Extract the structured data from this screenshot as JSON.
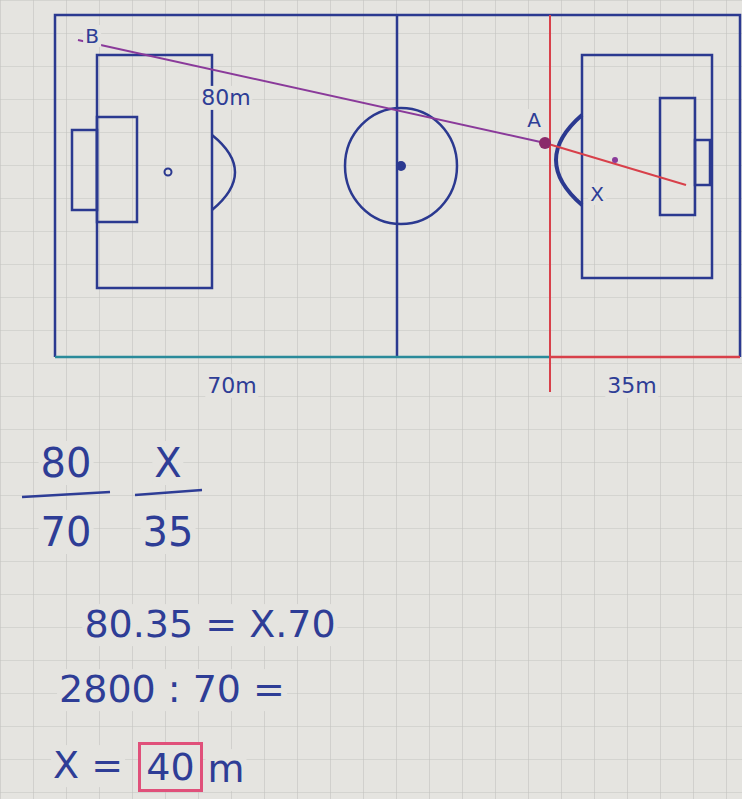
{
  "diagram": {
    "nodes": [
      {
        "text": [
          "40"
        ]
      }
    ],
    "labels": [
      "B",
      "80m",
      "A",
      "X",
      "70m",
      "35m",
      "80",
      "70",
      "X",
      "35",
      "80.35 = X.70",
      "2800 : 70 =",
      "X =",
      "m"
    ]
  }
}
